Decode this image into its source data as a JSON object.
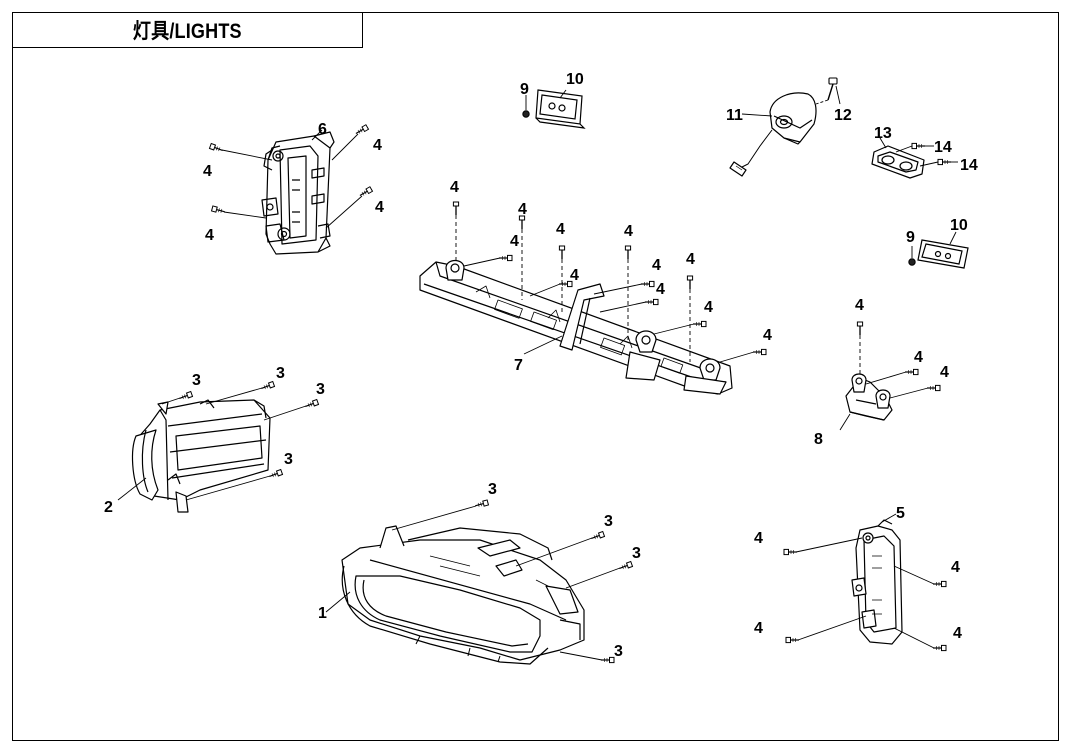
{
  "title": "灯具/LIGHTS",
  "callouts": [
    "1",
    "2",
    "3",
    "4",
    "5",
    "6",
    "7",
    "8",
    "9",
    "10",
    "11",
    "12",
    "13",
    "14"
  ]
}
